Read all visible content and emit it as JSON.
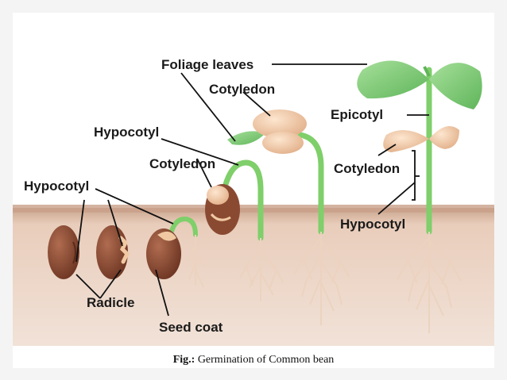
{
  "labels": {
    "foliage_leaves": "Foliage leaves",
    "cotyledon_top": "Cotyledon",
    "hypocotyl_mid": "Hypocotyl",
    "cotyledon_mid": "Cotyledon",
    "hypocotyl_left": "Hypocotyl",
    "epicotyl": "Epicotyl",
    "cotyledon_right": "Cotyledon",
    "hypocotyl_right": "Hypocotyl",
    "radicle": "Radicle",
    "seed_coat": "Seed coat"
  },
  "caption": {
    "prefix": "Fig.:",
    "text": " Germination of Common bean"
  },
  "colors": {
    "soil": "#e7c8b6",
    "soil_top": "#c39a80",
    "sky": "#ffffff",
    "seed": "#8a4a32",
    "stem": "#7fcf6a",
    "leaf": "#7ecb74",
    "cotyledon": "#f0c9a2",
    "root": "#f0d6c2"
  }
}
